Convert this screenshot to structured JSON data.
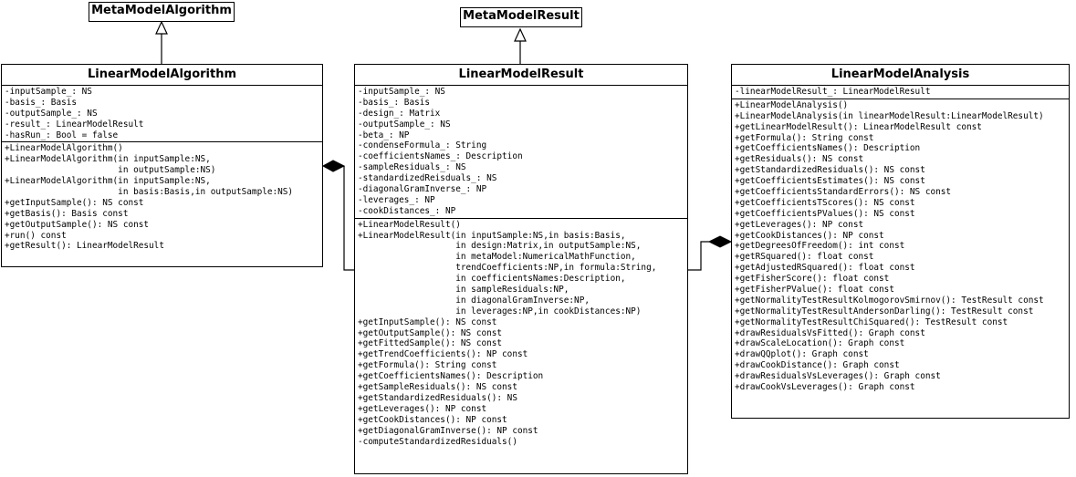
{
  "superclasses": {
    "algorithm": "MetaModelAlgorithm",
    "result": "MetaModelResult"
  },
  "classes": {
    "algorithm": {
      "name": "LinearModelAlgorithm",
      "attributes": [
        "-inputSample_: NS",
        "-basis_: Basis",
        "-outputSample_: NS",
        "-result_: LinearModelResult",
        "-hasRun_: Bool = false"
      ],
      "operations": [
        "+LinearModelAlgorithm()",
        "+LinearModelAlgorithm(in inputSample:NS,",
        "                      in outputSample:NS)",
        "+LinearModelAlgorithm(in inputSample:NS,",
        "                      in basis:Basis,in outputSample:NS)",
        "+getInputSample(): NS const",
        "+getBasis(): Basis const",
        "+getOutputSample(): NS const",
        "+run() const",
        "+getResult(): LinearModelResult"
      ]
    },
    "result": {
      "name": "LinearModelResult",
      "attributes": [
        "-inputSample_: NS",
        "-basis_: Basis",
        "-design_: Matrix",
        "-outputSample_: NS",
        "-beta_: NP",
        "-condenseFormula_: String",
        "-coefficientsNames_: Description",
        "-sampleResiduals_: NS",
        "-standardizedReisduals_: NS",
        "-diagonalGramInverse_: NP",
        "-leverages_: NP",
        "-cookDistances_: NP"
      ],
      "operations": [
        "+LinearModelResult()",
        "+LinearModelResult(in inputSample:NS,in basis:Basis,",
        "                   in design:Matrix,in outputSample:NS,",
        "                   in metaModel:NumericalMathFunction,",
        "                   trendCoefficients:NP,in formula:String,",
        "                   in coefficientsNames:Description,",
        "                   in sampleResiduals:NP,",
        "                   in diagonalGramInverse:NP,",
        "                   in leverages:NP,in cookDistances:NP)",
        "+getInputSample(): NS const",
        "+getOutputSample(): NS const",
        "+getFittedSample(): NS const",
        "+getTrendCoefficients(): NP const",
        "+getFormula(): String const",
        "+getCoefficientsNames(): Description",
        "+getSampleResiduals(): NS const",
        "+getStandardizedResiduals(): NS",
        "+getLeverages(): NP const",
        "+getCookDistances(): NP const",
        "+getDiagonalGramInverse(): NP const",
        "-computeStandardizedResiduals()"
      ]
    },
    "analysis": {
      "name": "LinearModelAnalysis",
      "attributes": [
        "-linearModelResult_: LinearModelResult"
      ],
      "operations": [
        "+LinearModelAnalysis()",
        "+LinearModelAnalysis(in linearModelResult:LinearModelResult)",
        "+getLinearModelResult(): LinearModelResult const",
        "+getFormula(): String const",
        "+getCoefficientsNames(): Description",
        "+getResiduals(): NS const",
        "+getStandardizedResiduals(): NS const",
        "+getCoefficientsEstimates(): NS const",
        "+getCoefficientsStandardErrors(): NS const",
        "+getCoefficientsTScores(): NS const",
        "+getCoefficientsPValues(): NS const",
        "+getLeverages(): NP const",
        "+getCookDistances(): NP const",
        "+getDegreesOfFreedom(): int const",
        "+getRSquared(): float const",
        "+getAdjustedRSquared(): float const",
        "+getFisherScore(): float const",
        "+getFisherPValue(): float const",
        "+getNormalityTestResultKolmogorovSmirnov(): TestResult const",
        "+getNormalityTestResultAndersonDarling(): TestResult const",
        "+getNormalityTestResultChiSquared(): TestResult const",
        "+drawResidualsVsFitted(): Graph const",
        "+drawScaleLocation(): Graph const",
        "+drawQQplot(): Graph const",
        "+drawCookDistance(): Graph const",
        "+drawResidualsVsLeverages(): Graph const",
        "+drawCookVsLeverages(): Graph const"
      ]
    }
  }
}
